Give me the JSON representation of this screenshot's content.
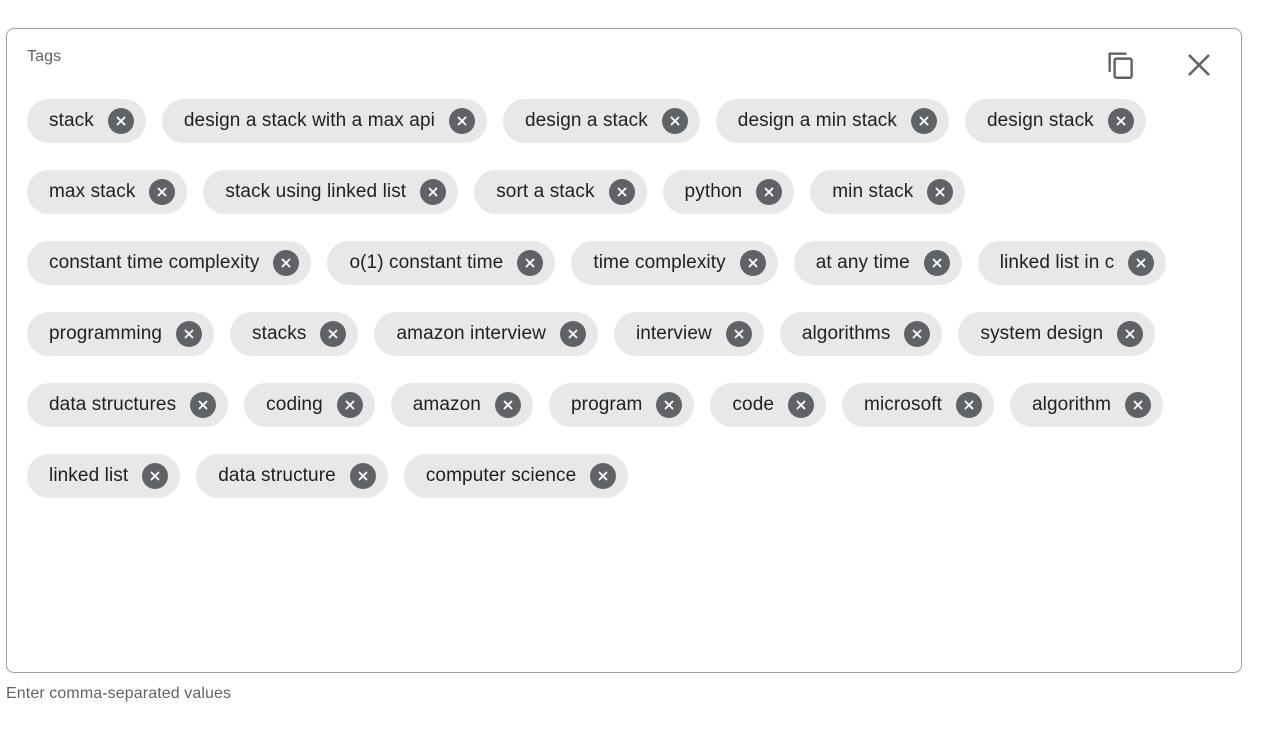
{
  "field": {
    "label": "Tags",
    "helper_text": "Enter comma-separated values",
    "border_color": "#9aa0a6",
    "chip_background": "#e8e8e8",
    "chip_text_color": "#202124",
    "remove_icon_color": "#5f6368",
    "icon_color": "#5f6368"
  },
  "actions": [
    {
      "name": "copy-icon",
      "label": "Copy"
    },
    {
      "name": "close-icon",
      "label": "Close"
    }
  ],
  "tags": [
    {
      "label": "stack"
    },
    {
      "label": "design a stack with a max api"
    },
    {
      "label": "design a stack"
    },
    {
      "label": "design a min stack"
    },
    {
      "label": "design stack"
    },
    {
      "label": "max stack"
    },
    {
      "label": "stack using linked list"
    },
    {
      "label": "sort a stack"
    },
    {
      "label": "python"
    },
    {
      "label": "min stack"
    },
    {
      "label": "constant time complexity"
    },
    {
      "label": "o(1) constant time"
    },
    {
      "label": "time complexity"
    },
    {
      "label": "at any time"
    },
    {
      "label": "linked list in c"
    },
    {
      "label": "programming"
    },
    {
      "label": "stacks"
    },
    {
      "label": "amazon interview"
    },
    {
      "label": "interview"
    },
    {
      "label": "algorithms"
    },
    {
      "label": "system design"
    },
    {
      "label": "data structures"
    },
    {
      "label": "coding"
    },
    {
      "label": "amazon"
    },
    {
      "label": "program"
    },
    {
      "label": "code"
    },
    {
      "label": "microsoft"
    },
    {
      "label": "algorithm"
    },
    {
      "label": "linked list"
    },
    {
      "label": "data structure"
    },
    {
      "label": "computer science"
    }
  ]
}
